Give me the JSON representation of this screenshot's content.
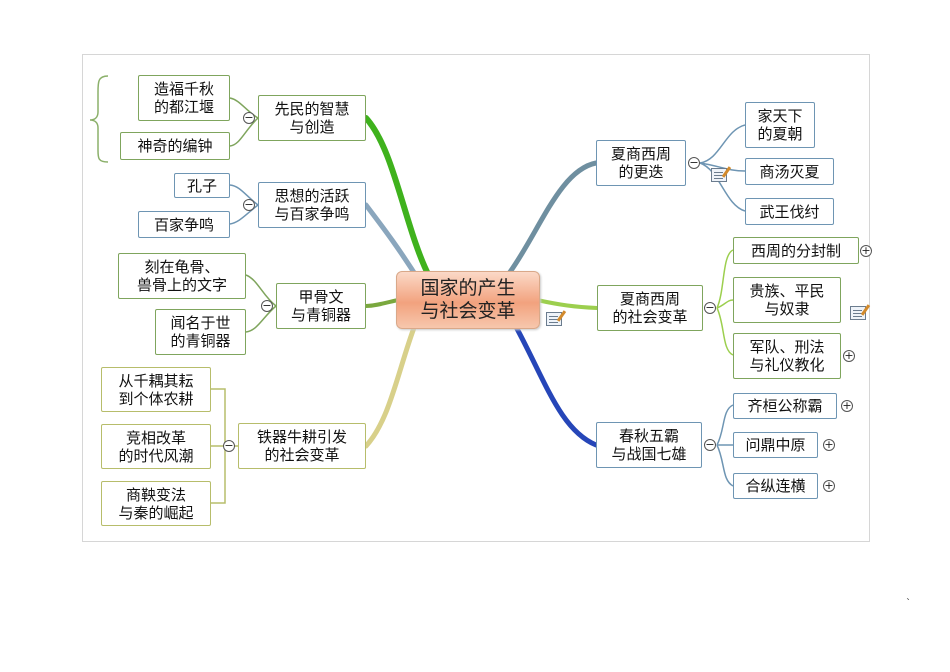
{
  "central": "国家的产生\n与社会变革",
  "left_branches": [
    {
      "label": "先民的智慧\n与创造",
      "children": [
        "造福千秋\n的都江堰",
        "神奇的编钟"
      ]
    },
    {
      "label": "思想的活跃\n与百家争鸣",
      "children": [
        "孔子",
        "百家争鸣"
      ]
    },
    {
      "label": "甲骨文\n与青铜器",
      "children": [
        "刻在龟骨、\n兽骨上的文字",
        "闻名于世\n的青铜器"
      ]
    },
    {
      "label": "铁器牛耕引发\n的社会变革",
      "children": [
        "从千耦其耘\n到个体农耕",
        "竞相改革\n的时代风潮",
        "商鞅变法\n与秦的崛起"
      ]
    }
  ],
  "right_branches": [
    {
      "label": "夏商西周\n的更迭",
      "children": [
        "家天下\n的夏朝",
        "商汤灭夏",
        "武王伐纣"
      ]
    },
    {
      "label": "夏商西周\n的社会变革",
      "children": [
        "西周的分封制",
        "贵族、平民\n与奴隶",
        "军队、刑法\n与礼仪教化"
      ]
    },
    {
      "label": "春秋五霸\n与战国七雄",
      "children": [
        "齐桓公称霸",
        "问鼎中原",
        "合纵连横"
      ]
    }
  ],
  "toggle_symbols": {
    "collapse": "−",
    "expand": "+"
  },
  "corner_mark": "`",
  "colors": {
    "branch_green": "#3fb21d",
    "branch_blue_gray": "#8aa6bd",
    "branch_olive": "#7aa83e",
    "branch_yellow": "#d8d08a",
    "branch_teal": "#6f8fa0",
    "branch_light_green": "#9ccf4e",
    "branch_dark_blue": "#2646b8",
    "central_fill": "#f2a27e"
  }
}
